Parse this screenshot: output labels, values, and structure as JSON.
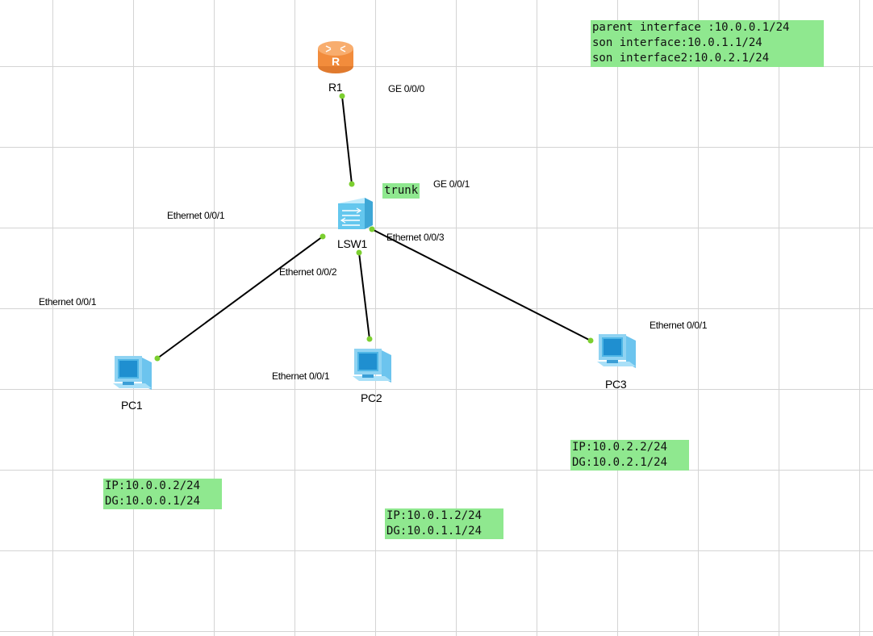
{
  "devices": {
    "router": {
      "label": "R1",
      "icon": "router-icon",
      "color": "#f5a15a"
    },
    "switch": {
      "label": "LSW1",
      "icon": "switch-icon",
      "color": "#64c7ee"
    },
    "pc1": {
      "label": "PC1",
      "icon": "pc-icon"
    },
    "pc2": {
      "label": "PC2",
      "icon": "pc-icon"
    },
    "pc3": {
      "label": "PC3",
      "icon": "pc-icon"
    }
  },
  "ports": {
    "r1_ge000": "GE 0/0/0",
    "sw_ge001": "GE 0/0/1",
    "sw_e001": "Ethernet 0/0/1",
    "sw_e002": "Ethernet 0/0/2",
    "sw_e003": "Ethernet 0/0/3",
    "pc1_e001": "Ethernet 0/0/1",
    "pc2_e001": "Ethernet 0/0/1",
    "pc3_e001": "Ethernet 0/0/1"
  },
  "notes": {
    "router_info": [
      "parent interface :10.0.0.1/24",
      "son interface:10.0.1.1/24",
      "son interface2:10.0.2.1/24"
    ],
    "trunk": "trunk",
    "pc1_info": [
      "IP:10.0.0.2/24",
      "DG:10.0.0.1/24"
    ],
    "pc2_info": [
      "IP:10.0.1.2/24",
      "DG:10.0.1.1/24"
    ],
    "pc3_info": [
      "IP:10.0.2.2/24",
      "DG:10.0.2.1/24"
    ]
  },
  "colors": {
    "link": "#000000",
    "port_dot": "#7ccf30",
    "note_bg": "#8fe88f"
  }
}
